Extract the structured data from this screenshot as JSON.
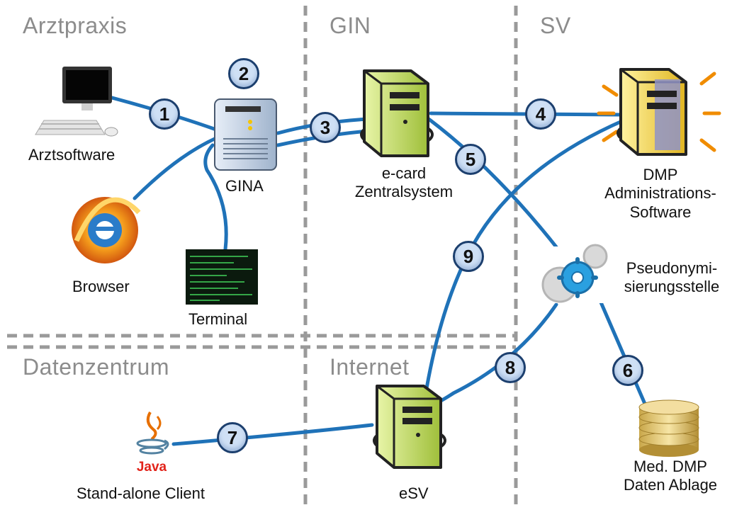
{
  "zones": {
    "arztpraxis": "Arztpraxis",
    "gin": "GIN",
    "sv": "SV",
    "datenzentrum": "Datenzentrum",
    "internet": "Internet"
  },
  "nodes": {
    "arztsoftware": "Arztsoftware",
    "gina": "GINA",
    "browser": "Browser",
    "terminal": "Terminal",
    "ecard_line1": "e-card",
    "ecard_line2": "Zentralsystem",
    "dmp_line1": "DMP",
    "dmp_line2": "Administrations-",
    "dmp_line3": "Software",
    "pseudo_line1": "Pseudonymi-",
    "pseudo_line2": "sierungsstelle",
    "ablage_line1": "Med. DMP",
    "ablage_line2": "Daten Ablage",
    "client": "Stand-alone Client",
    "esv": "eSV",
    "java_logo": "Java"
  },
  "steps": [
    "1",
    "2",
    "3",
    "4",
    "5",
    "6",
    "7",
    "8",
    "9"
  ],
  "colors": {
    "link": "#1f72b8",
    "zone_text": "#8c8c8c",
    "divider": "#9a9a9a",
    "server_green": "#c8e06a",
    "server_yellow": "#f2d43a",
    "badge_fill": "#cfe0f5",
    "badge_border": "#1c3f6e"
  }
}
